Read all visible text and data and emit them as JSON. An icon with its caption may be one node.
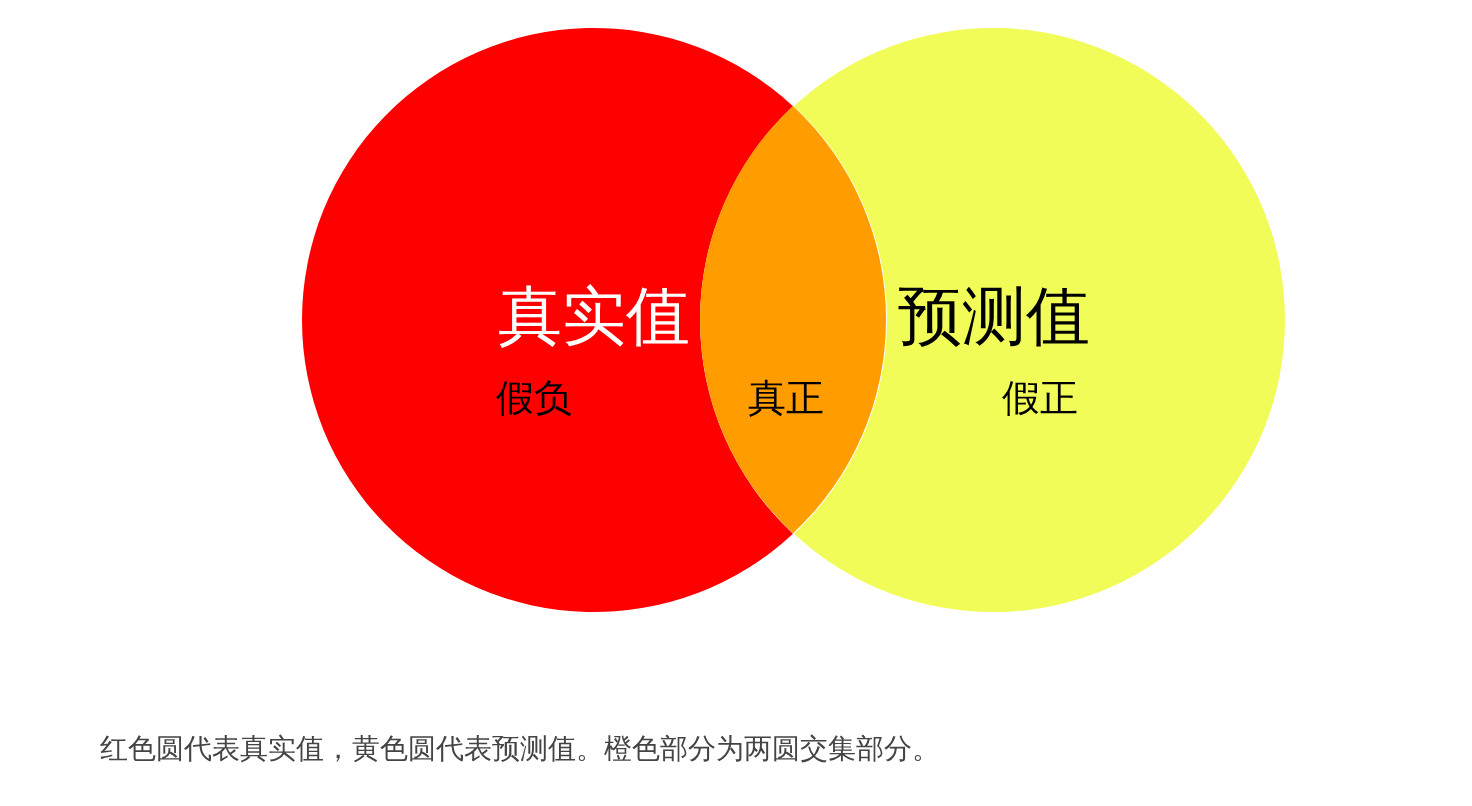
{
  "diagram": {
    "nodes": [
      {
        "text": [
          "真实值",
          "假负"
        ]
      },
      {
        "text": [
          "真正"
        ]
      },
      {
        "text": [
          "预测值",
          "假正"
        ]
      }
    ],
    "caption": "红色圆代表真实值，黄色圆代表预测值。橙色部分为两圆交集部分。"
  }
}
